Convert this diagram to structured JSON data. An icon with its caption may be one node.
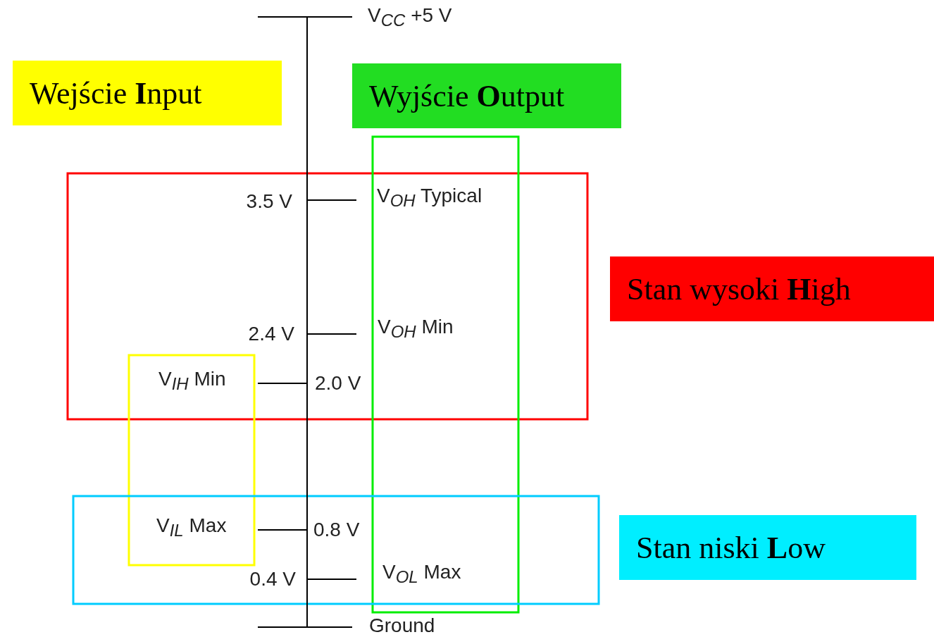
{
  "diagram": {
    "nodes": [
      {
        "text": [
          "Wejście **I**nput"
        ]
      },
      {
        "text": [
          "Wyjście **O**utput"
        ]
      },
      {
        "text": [
          "Stan wysoki **H**igh"
        ]
      },
      {
        "text": [
          "Stan niski **L**ow"
        ]
      }
    ],
    "labels": [
      "V$_{CC}$ +5 V",
      "3.5 V",
      "V$_{OH}$ Typical",
      "2.4 V",
      "V$_{OH}$ Min",
      "V$_{IH}$ Min",
      "2.0 V",
      "V$_{IL}$ Max",
      "0.8 V",
      "0.4 V",
      "V$_{OL}$ Max",
      "Ground"
    ]
  }
}
